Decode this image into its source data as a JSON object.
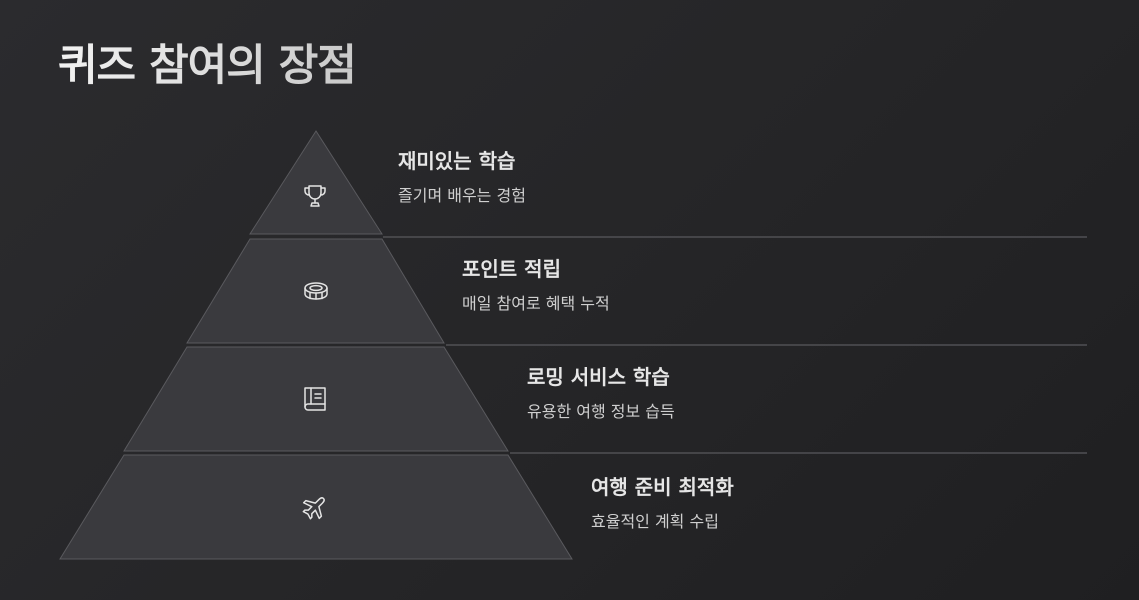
{
  "page": {
    "title": "퀴즈 참여의 장점"
  },
  "colors": {
    "background": "#262628",
    "tier_fill": "#3a3a3e",
    "tier_stroke": "#5a5a5e",
    "divider": "#505054",
    "title_text": "#e8e8e8",
    "body_text": "#cfcfcf"
  },
  "levels": [
    {
      "icon": "trophy-icon",
      "title": "재미있는 학습",
      "desc": "즐기며 배우는 경험"
    },
    {
      "icon": "coin-icon",
      "title": "포인트 적립",
      "desc": "매일 참여로 혜택 누적"
    },
    {
      "icon": "book-icon",
      "title": "로밍 서비스 학습",
      "desc": "유용한 여행 정보 습득"
    },
    {
      "icon": "airplane-icon",
      "title": "여행 준비 최적화",
      "desc": "효율적인 계획 수립"
    }
  ]
}
